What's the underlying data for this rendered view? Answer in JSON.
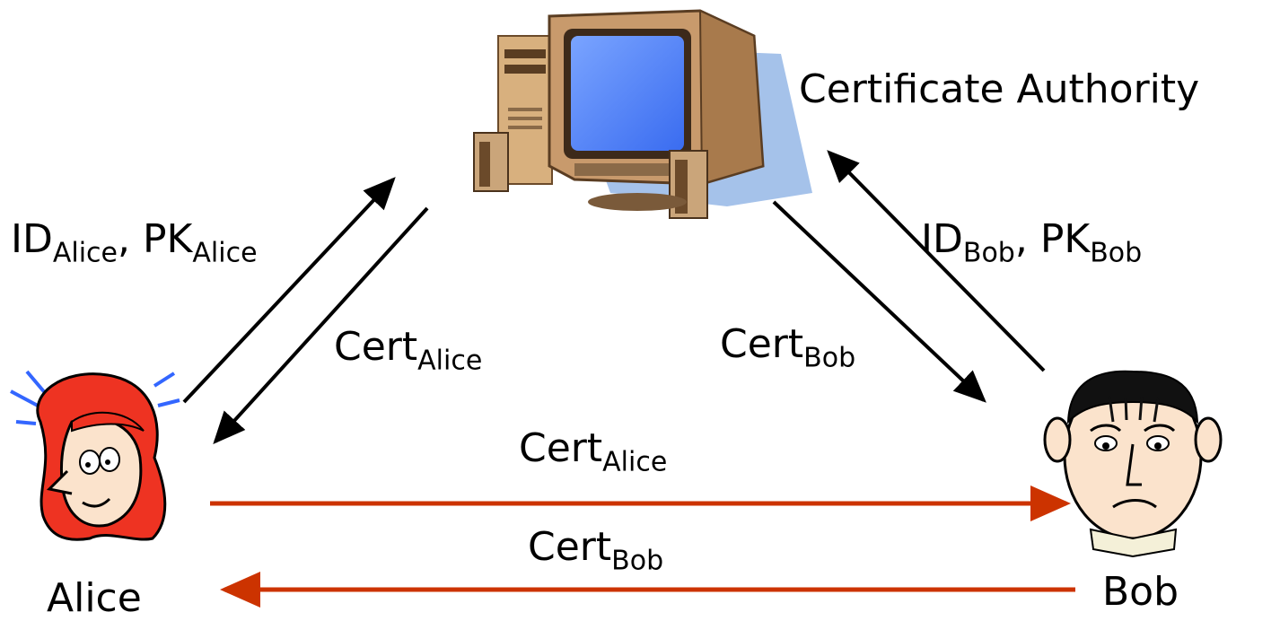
{
  "nodes": {
    "ca": {
      "label": "Certificate Authority",
      "icon": "computer-icon"
    },
    "alice": {
      "label": "Alice",
      "icon": "alice-face-icon"
    },
    "bob": {
      "label": "Bob",
      "icon": "bob-face-icon"
    }
  },
  "edges": {
    "alice_to_ca": {
      "main": "ID",
      "sub1": "Alice",
      "sep": ", ",
      "main2": "PK",
      "sub2": "Alice"
    },
    "ca_to_alice": {
      "main": "Cert",
      "sub": "Alice"
    },
    "ca_to_bob": {
      "main": "Cert",
      "sub": "Bob"
    },
    "bob_to_ca": {
      "main": "ID",
      "sub1": "Bob",
      "sep": ", ",
      "main2": "PK",
      "sub2": "Bob"
    },
    "alice_to_bob": {
      "main": "Cert",
      "sub": "Alice"
    },
    "bob_to_alice": {
      "main": "Cert",
      "sub": "Bob"
    }
  },
  "colors": {
    "black_arrow": "#000000",
    "red_arrow": "#cc3300",
    "alice_hair": "#ee3322",
    "monitor_screen": "#5588ff",
    "computer_case": "#c89a6c",
    "shadow": "#9bbbe8"
  }
}
